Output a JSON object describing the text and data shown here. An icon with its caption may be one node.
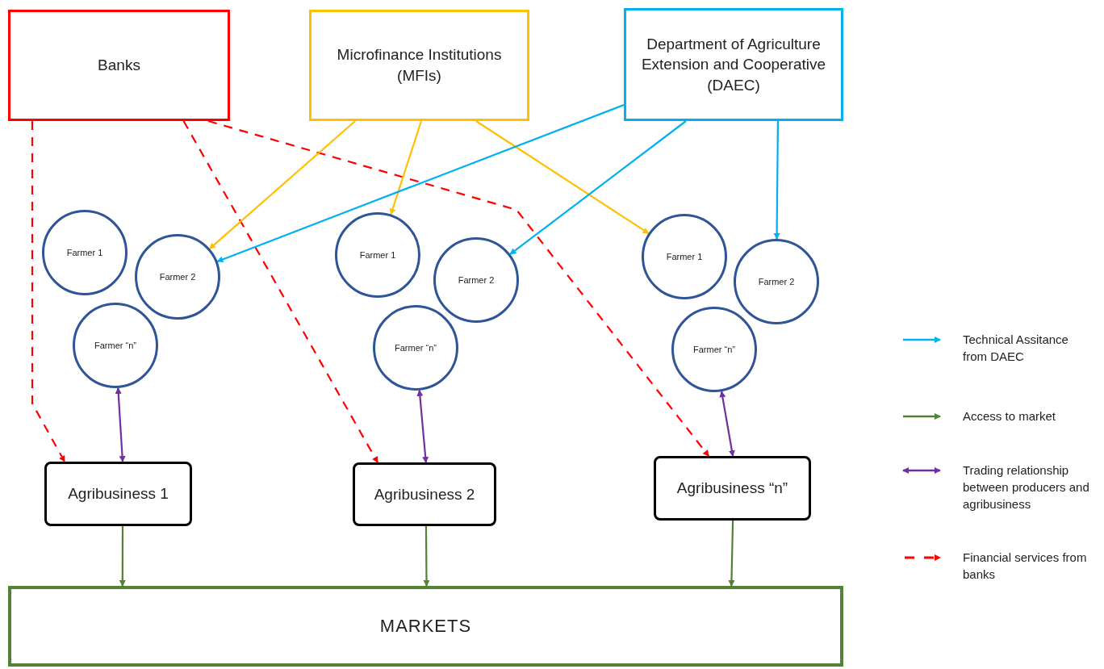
{
  "diagram": {
    "nodes": [
      {
        "text": [
          "Banks"
        ]
      },
      {
        "text": [
          "Microfinance Institutions (MFIs)"
        ]
      },
      {
        "text": [
          "Department of Agriculture Extension and Cooperative (DAEC)"
        ]
      },
      {
        "text": [
          "Farmer 1"
        ]
      },
      {
        "text": [
          "Farmer 2"
        ]
      },
      {
        "text": [
          "Farmer “n”"
        ]
      },
      {
        "text": [
          "Farmer 1"
        ]
      },
      {
        "text": [
          "Farmer 2"
        ]
      },
      {
        "text": [
          "Farmer “n”"
        ]
      },
      {
        "text": [
          "Farmer 1"
        ]
      },
      {
        "text": [
          "Farmer 2"
        ]
      },
      {
        "text": [
          "Farmer “n”"
        ]
      },
      {
        "text": [
          "Agribusiness 1"
        ]
      },
      {
        "text": [
          "Agribusiness 2"
        ]
      },
      {
        "text": [
          "Agribusiness “n”"
        ]
      },
      {
        "text": [
          "MARKETS"
        ]
      }
    ],
    "edges": [
      {
        "from": 0,
        "to": 12,
        "arrow": "to",
        "style": "dashed",
        "color": "#ff0000"
      },
      {
        "from": 0,
        "to": 13,
        "arrow": "to",
        "style": "dashed",
        "color": "#ff0000"
      },
      {
        "from": 0,
        "to": 14,
        "arrow": "to",
        "style": "dashed",
        "color": "#ff0000"
      },
      {
        "from": 1,
        "to": 4,
        "arrow": "to",
        "color": "#ffc000"
      },
      {
        "from": 1,
        "to": 6,
        "arrow": "to",
        "color": "#ffc000"
      },
      {
        "from": 1,
        "to": 9,
        "arrow": "to",
        "color": "#ffc000"
      },
      {
        "from": 2,
        "to": 4,
        "arrow": "to",
        "color": "#00b0f0"
      },
      {
        "from": 2,
        "to": 7,
        "arrow": "to",
        "color": "#00b0f0"
      },
      {
        "from": 2,
        "to": 10,
        "arrow": "to",
        "color": "#00b0f0"
      },
      {
        "from": 5,
        "to": 12,
        "arrow": "both",
        "color": "#7030a0"
      },
      {
        "from": 8,
        "to": 13,
        "arrow": "both",
        "color": "#7030a0"
      },
      {
        "from": 11,
        "to": 14,
        "arrow": "both",
        "color": "#7030a0"
      },
      {
        "from": 12,
        "to": 15,
        "arrow": "to",
        "color": "#548235"
      },
      {
        "from": 13,
        "to": 15,
        "arrow": "to",
        "color": "#548235"
      },
      {
        "from": 14,
        "to": 15,
        "arrow": "to",
        "color": "#548235"
      }
    ],
    "legend": [
      {
        "text": "Technical Assitance from DAEC"
      },
      {
        "text": "Access to market"
      },
      {
        "text": "Trading relationship between producers and agribusiness"
      },
      {
        "text": "Financial services from banks"
      }
    ]
  }
}
